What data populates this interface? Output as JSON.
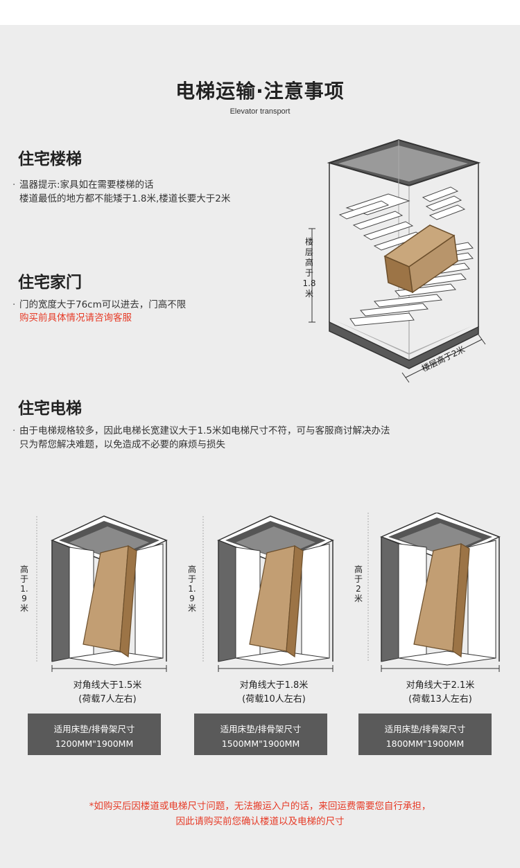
{
  "header": {
    "title": "电梯运输·注意事项",
    "subtitle": "Elevator transport"
  },
  "stairs": {
    "title": "住宅楼梯",
    "lines": [
      "温器提示:家具如在需要楼梯的话",
      "楼道最低的地方都不能矮于1.8米,楼道长要大于2米"
    ],
    "height_label": "楼层高于1.8米",
    "length_label": "楼层高于2米"
  },
  "door": {
    "title": "住宅家门",
    "lines": [
      "门的宽度大于76cm可以进去，门高不限"
    ],
    "note": "购买前具体情况请咨询客服"
  },
  "elevator": {
    "title": "住宅电梯",
    "lines": [
      "由于电梯规格较多，因此电梯长宽建议大于1.5米如电梯尺寸不符，可与客服商讨解决办法",
      "只为帮您解决难题，以免造成不必要的麻烦与损失"
    ]
  },
  "elevators": [
    {
      "height": "高于1.9米",
      "diagonal": "对角线大于1.5米",
      "load": "(荷载7人左右)",
      "spec_label": "适用床垫/排骨架尺寸",
      "spec_size": "1200MM\"1900MM"
    },
    {
      "height": "高于1.9米",
      "diagonal": "对角线大于1.8米",
      "load": "(荷载10人左右)",
      "spec_label": "适用床垫/排骨架尺寸",
      "spec_size": "1500MM\"1900MM"
    },
    {
      "height": "高于2米",
      "diagonal": "对角线大于2.1米",
      "load": "(荷载13人左右)",
      "spec_label": "适用床垫/排骨架尺寸",
      "spec_size": "1800MM\"1900MM"
    }
  ],
  "footer": {
    "line1": "*如购买后因楼道或电梯尺寸问题，无法搬运入户的话，来回运费需要您自行承担，",
    "line2": "因此请购买前您确认楼道以及电梯的尺寸"
  },
  "colors": {
    "accent": "#e63a26",
    "box": "#b8956b",
    "spec_bg": "#5a5a5a"
  }
}
